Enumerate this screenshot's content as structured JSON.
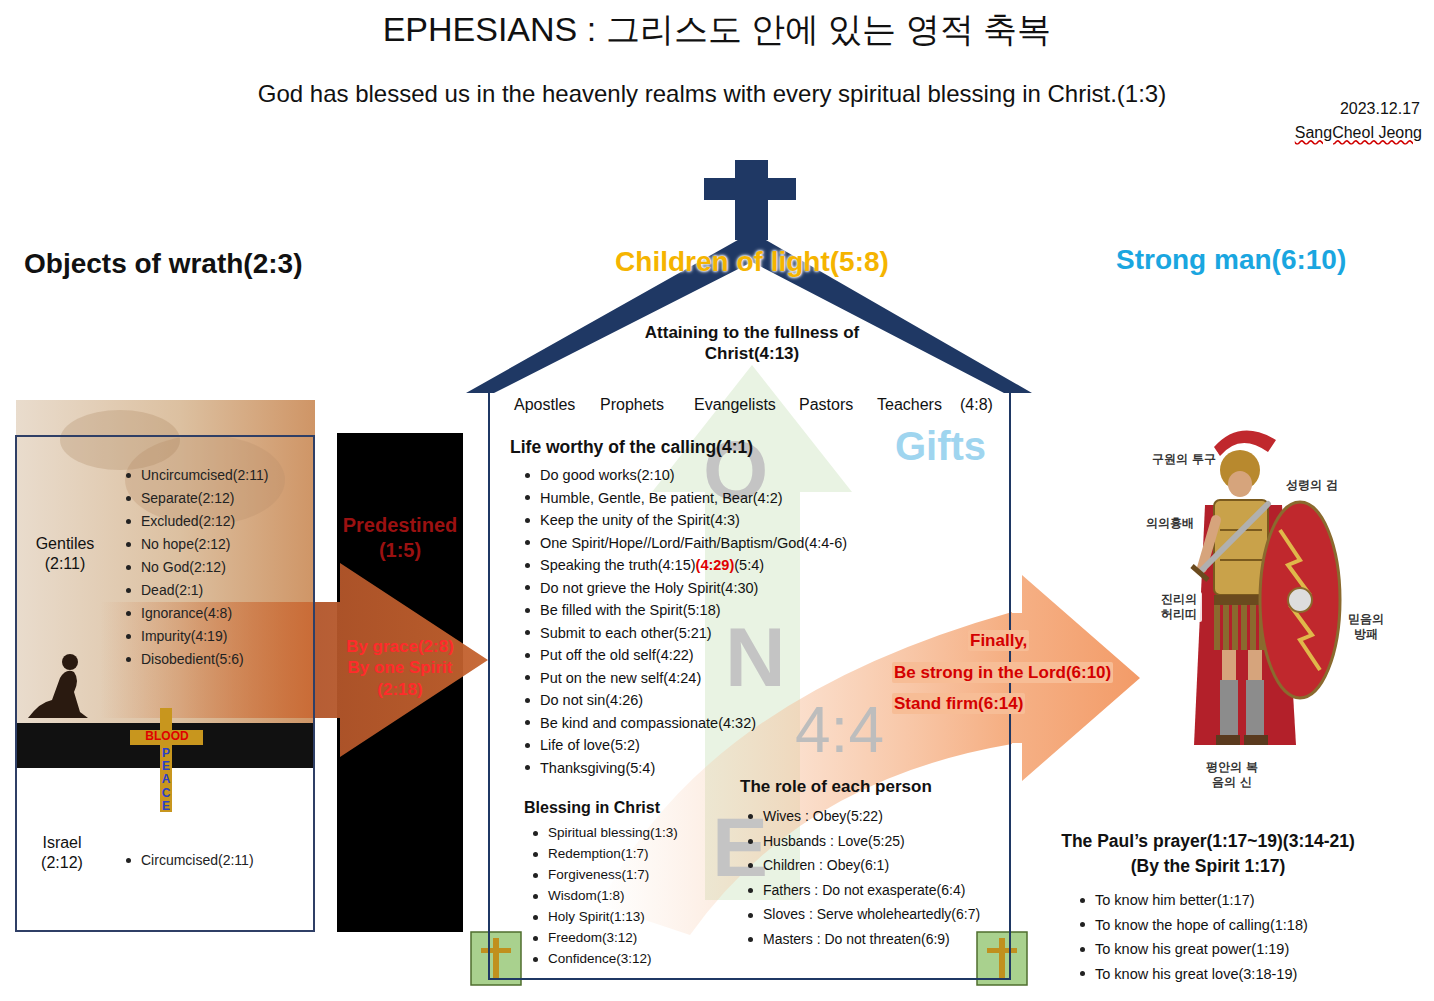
{
  "diagram": {
    "title": "EPHESIANS : 그리스도 안에 있는 영적 축복",
    "nodes": [
      {
        "text": [
          "Objects of wrath(2:3)"
        ]
      },
      {
        "text": [
          "Gentiles (2:11)",
          "Uncircumcised(2:11)",
          "Separate(2:12)",
          "Excluded(2:12)",
          "No hope(2:12)",
          "No God(2:12)",
          "Dead(2:1)",
          "Ignorance(4:8)",
          "Impurity(4:19)",
          "Disobedient(5:6)"
        ],
        "in": 0
      },
      {
        "text": [
          "Israel (2:12)",
          "Circumcised(2:11)"
        ],
        "in": 0
      },
      {
        "text": [
          "Predestined (1:5)"
        ]
      },
      {
        "text": [
          "Children of light(5:8)",
          "Attaining to the fullness of Christ(4:13)",
          "Apostles",
          "Prophets",
          "Evangelists",
          "Pastors",
          "Teachers",
          "(4:8)",
          "Gifts",
          "Life worthy of the calling(4:1)",
          "Do good works(2:10)",
          "Humble, Gentle, Be patient, Bear(4:2)",
          "Keep the unity of the Spirit(4:3)",
          "One Spirit/Hope//Lord/Faith/Baptism/God(4:4-6)",
          "Speaking the truth(4:15)",
          "(4:29)",
          "(5:4)",
          "Do not grieve the Holy Spirit(4:30)",
          "Be filled with the Spirit(5:18)",
          "Submit to each other(5:21)",
          "Put off the old self(4:22)",
          "Put on the new self(4:24)",
          "Do not sin(4:26)",
          "Be kind and compassionate(4:32)",
          "Life of love(5:2)",
          "Thanksgiving(5:4)",
          "Blessing in Christ",
          "Spiritual blessing(1:3)",
          "Redemption(1:7)",
          "Forgiveness(1:7)",
          "Wisdom(1:8)",
          "Holy Spirit(1:13)",
          "Freedom(3:12)",
          "Confidence(3:12)",
          "The role of each person",
          "Wives : Obey(5:22)",
          "Husbands : Love(5:25)",
          "Children : Obey(6:1)",
          "Fathers : Do not exasperate(6:4)",
          "Sloves : Serve wholeheartedly(6:7)",
          "Masters : Do not threaten(6:9)"
        ]
      },
      {
        "text": [
          "Strong man(6:10)"
        ]
      }
    ],
    "edges": [
      {
        "from": 1,
        "to": 4,
        "arrow": "to",
        "label": "By grace(2:8) By one Spirit (2:18)"
      },
      {
        "from": 4,
        "to": 5,
        "arrow": "to",
        "label": "Finally,"
      }
    ],
    "labels": [
      "God has blessed us in the heavenly realms with every spiritual blessing in Christ.(1:3)",
      "2023.12.17",
      "SangCheol Jeong",
      "BLOOD",
      "PEACE",
      "O",
      "N",
      "E",
      "4:4",
      "Be strong in the Lord(6:10)",
      "Stand firm(6:14)",
      "구원의 투구",
      "성령의 검",
      "의의흉배",
      "진리의 허리띠",
      "믿음의 방패",
      "평안의 복음의 신",
      "The Paul’s prayer(1:17~19)(3:14-21)",
      "(By the Spirit 1:17)",
      "To know him better(1:17)",
      "To know the hope of calling(1:18)",
      "To know his great power(1:19)",
      "To know his great love(3:18-19)"
    ]
  }
}
